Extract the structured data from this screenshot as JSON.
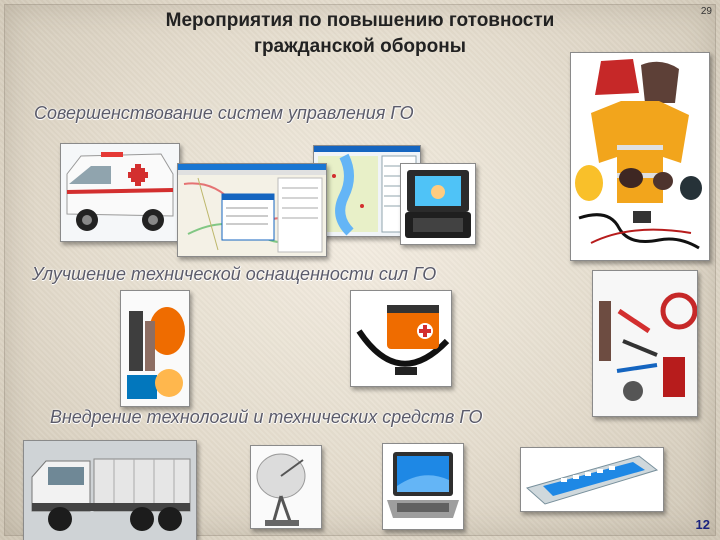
{
  "slide": {
    "title_line1": "Мероприятия по повышению готовности",
    "title_line2": "гражданской обороны",
    "top_number": "29",
    "page_number": "12"
  },
  "sections": {
    "management": "Совершенствование систем управления ГО",
    "equipment": "Улучшение технической оснащенности сил ГО",
    "technologies": "Внедрение технологий и технических средств ГО"
  },
  "colors": {
    "section_text": "#5b5b6a",
    "page_number": "#1a237e",
    "accent_red": "#c62828",
    "accent_orange": "#ef6c00"
  }
}
